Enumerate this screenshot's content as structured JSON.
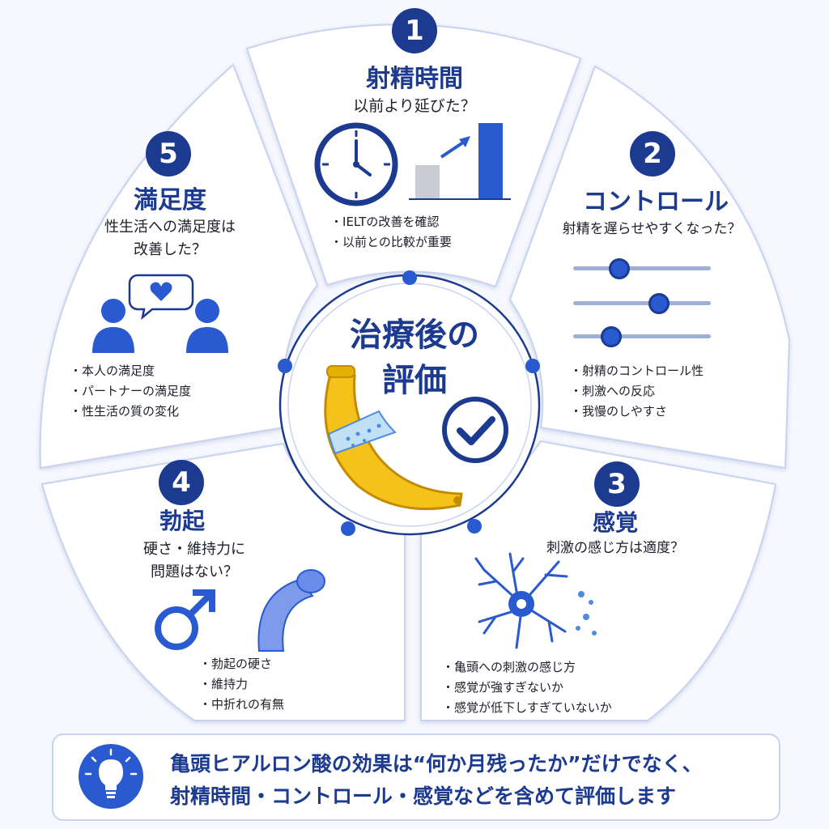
{
  "center": {
    "title_line1": "治療後の",
    "title_line2": "評価"
  },
  "sections": [
    {
      "number": "1",
      "title": "射精時間",
      "question": "以前より延びた？",
      "bullets": [
        "IELTの改善を確認",
        "以前との比較が重要"
      ]
    },
    {
      "number": "2",
      "title": "コントロール",
      "question": "射精を遅らせやすくなった？",
      "bullets": [
        "射精のコントロール性",
        "刺激への反応",
        "我慢のしやすさ"
      ]
    },
    {
      "number": "3",
      "title": "感覚",
      "question": "刺激の感じ方は適度？",
      "bullets": [
        "亀頭への刺激の感じ方",
        "感覚が強すぎないか",
        "感覚が低下しすぎていないか"
      ]
    },
    {
      "number": "4",
      "title": "勃起",
      "question_line1": "硬さ・維持力に",
      "question_line2": "問題はない？",
      "bullets": [
        "勃起の硬さ",
        "維持力",
        "中折れの有無"
      ]
    },
    {
      "number": "5",
      "title": "満足度",
      "question_line1": "性生活への満足度は",
      "question_line2": "改善した？",
      "bullets": [
        "本人の満足度",
        "パートナーの満足度",
        "性生活の質の変化"
      ]
    }
  ],
  "banner": {
    "line1": "亀頭ヒアルロン酸の効果は“何か月残ったか”だけでなく、",
    "line2": "射精時間・コントロール・感覚などを含めて評価します"
  },
  "icons": [
    "clock-icon",
    "bar-chart-icon",
    "slider-icon",
    "neuron-icon",
    "male-symbol-icon",
    "shaft-icon",
    "people-heart-icon",
    "banana-icon",
    "checkmark-icon",
    "lightbulb-icon"
  ],
  "colors": {
    "primary": "#1c3a8f",
    "accent": "#2a5ad0",
    "banana": "#f5c21b",
    "background": "#f6f8fd"
  }
}
